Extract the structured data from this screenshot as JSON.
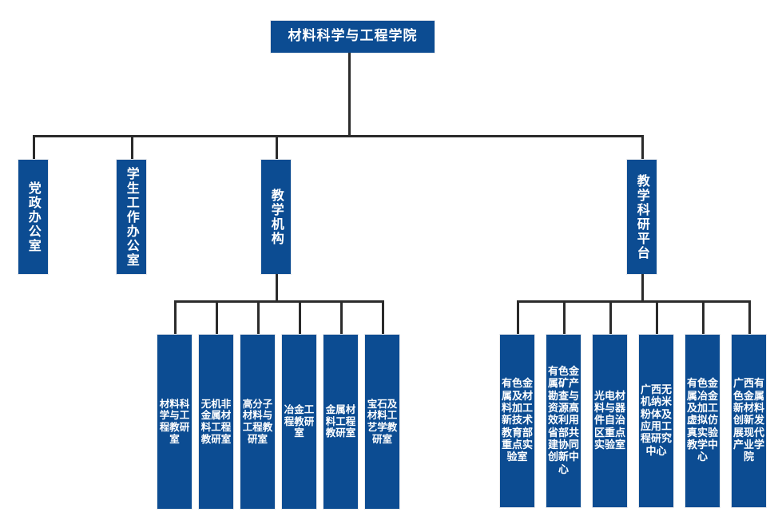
{
  "chart_data": {
    "type": "diagram",
    "diagram_kind": "organization-chart",
    "title": "材料科学与工程学院",
    "orientation": "top-down",
    "colors": {
      "node_fill": "#0C4C92",
      "node_text": "#FFFFFF",
      "connector": "#2B2B2B",
      "background": "#FFFFFF"
    },
    "levels": 3,
    "nodes": [
      {
        "id": "root",
        "label": "材料科学与工程学院",
        "level": 1,
        "parent": null,
        "children": 4
      },
      {
        "id": "l2-1",
        "label": "党政办公室",
        "level": 2,
        "parent": "root",
        "children": 0
      },
      {
        "id": "l2-2",
        "label": "学生工作办公室",
        "level": 2,
        "parent": "root",
        "children": 0
      },
      {
        "id": "l2-3",
        "label": "教学机构",
        "level": 2,
        "parent": "root",
        "children": 6
      },
      {
        "id": "l2-4",
        "label": "教学科研平台",
        "level": 2,
        "parent": "root",
        "children": 6
      },
      {
        "id": "l3-1",
        "label": "材料科学与工程教研室",
        "level": 3,
        "parent": "l2-3"
      },
      {
        "id": "l3-2",
        "label": "无机非金属材料工程教研室",
        "level": 3,
        "parent": "l2-3"
      },
      {
        "id": "l3-3",
        "label": "高分子材料与工程教研室",
        "level": 3,
        "parent": "l2-3"
      },
      {
        "id": "l3-4",
        "label": "冶金工程教研室",
        "level": 3,
        "parent": "l2-3"
      },
      {
        "id": "l3-5",
        "label": "金属材料工程教研室",
        "level": 3,
        "parent": "l2-3"
      },
      {
        "id": "l3-6",
        "label": "宝石及材料工艺学教研室",
        "level": 3,
        "parent": "l2-3"
      },
      {
        "id": "l3-7",
        "label": "有色金属及材料加工新技术教育部重点实验室",
        "level": 3,
        "parent": "l2-4"
      },
      {
        "id": "l3-8",
        "label": "有色金属矿产勘查与资源高效利用省部共建协同创新中心",
        "level": 3,
        "parent": "l2-4"
      },
      {
        "id": "l3-9",
        "label": "光电材料与器件自治区重点实验室",
        "level": 3,
        "parent": "l2-4"
      },
      {
        "id": "l3-10",
        "label": "广西无机纳米粉体及应用工程研究中心",
        "level": 3,
        "parent": "l2-4"
      },
      {
        "id": "l3-11",
        "label": "有色金属冶金及加工虚拟仿真实验教学中心",
        "level": 3,
        "parent": "l2-4"
      },
      {
        "id": "l3-12",
        "label": "广西有色金属新材料创新发展现代产业学院",
        "level": 3,
        "parent": "l2-4"
      }
    ]
  },
  "root": {
    "label": "材料科学与工程学院"
  },
  "level2": {
    "admin_office": "党政办公室",
    "student_affairs_office": "学生工作办公室",
    "teaching_units": "教学机构",
    "research_platforms": "教学科研平台"
  },
  "teaching_departments": [
    {
      "label": "材料科学与工程教研室"
    },
    {
      "label": "无机非金属材料工程教研室"
    },
    {
      "label": "高分子材料与工程教研室"
    },
    {
      "label": "冶金工程教研室"
    },
    {
      "label": "金属材料工程教研室"
    },
    {
      "label": "宝石及材料工艺学教研室"
    }
  ],
  "research_platforms": [
    {
      "label": "有色金属及材料加工新技术教育部重点实验室"
    },
    {
      "label": "有色金属矿产勘查与资源高效利用省部共建协同创新中心"
    },
    {
      "label": "光电材料与器件自治区重点实验室"
    },
    {
      "label": "广西无机纳米粉体及应用工程研究中心"
    },
    {
      "label": "有色金属冶金及加工虚拟仿真实验教学中心"
    },
    {
      "label": "广西有色金属新材料创新发展现代产业学院"
    }
  ]
}
